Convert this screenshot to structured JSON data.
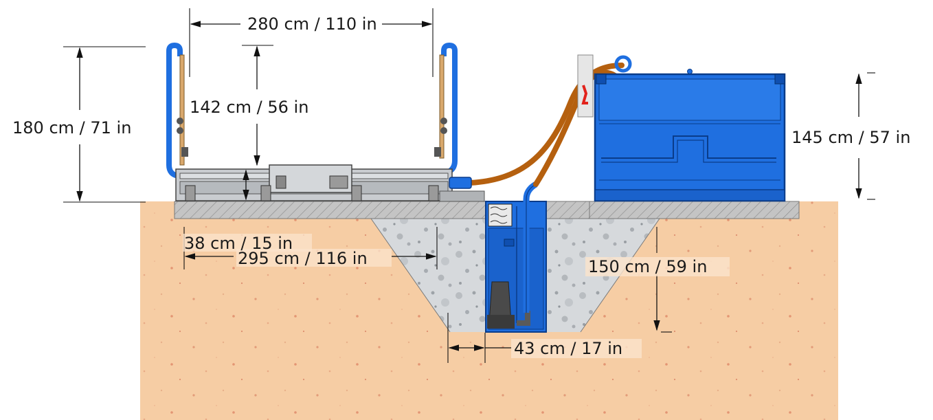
{
  "dimensions": {
    "top_width": "280 cm / 110 in",
    "total_height": "180 cm / 71 in",
    "inner_height": "142 cm / 56 in",
    "tank_height": "145 cm / 57 in",
    "small_width": "38 cm / 15 in",
    "base_width": "295 cm / 116 in",
    "pit_depth": "150 cm / 59 in",
    "pit_width": "43 cm / 17 in"
  },
  "colors": {
    "soil": "#f6cda4",
    "concrete": "#d3d6d9",
    "slab": "#bcbcbc",
    "blue_steel": "#1f6fe0",
    "hose": "#b5600f",
    "machine_gray": "#c9ccd0"
  }
}
